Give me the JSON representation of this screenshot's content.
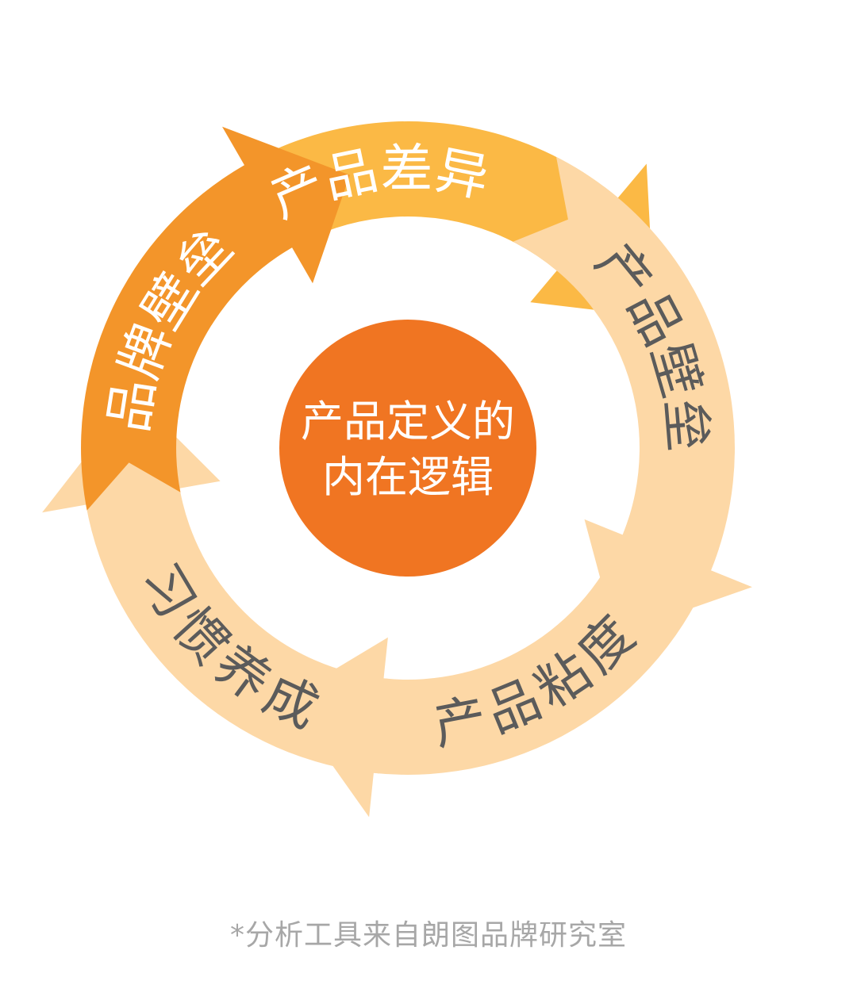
{
  "center": {
    "line1": "产品定义的",
    "line2": "内在逻辑",
    "color": "#f07522"
  },
  "segments": [
    {
      "label": "产品差异",
      "color": "#fbb945",
      "text_color": "#ffffff"
    },
    {
      "label": "产品壁垒",
      "color": "#fdd8a6",
      "text_color": "#5b5b5b"
    },
    {
      "label": "产品粘度",
      "color": "#fdd8a6",
      "text_color": "#5b5b5b"
    },
    {
      "label": "习惯养成",
      "color": "#fdd8a6",
      "text_color": "#5b5b5b"
    },
    {
      "label": "品牌壁垒",
      "color": "#f3952a",
      "text_color": "#ffffff"
    }
  ],
  "caption": "*分析工具来自朗图品牌研究室"
}
